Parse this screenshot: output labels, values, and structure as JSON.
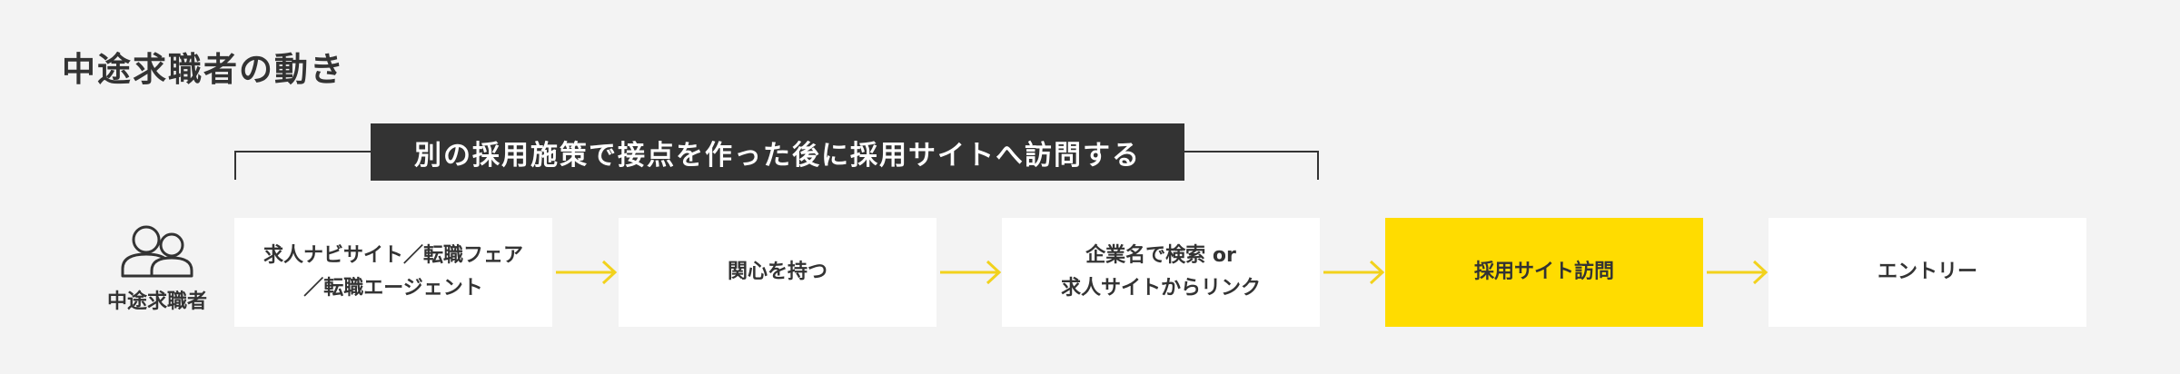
{
  "page": {
    "title": "中途求職者の動き"
  },
  "banner": {
    "text": "別の採用施策で接点を作った後に採用サイトへ訪問する"
  },
  "actor": {
    "label": "中途求職者",
    "icon": "people-icon"
  },
  "flow": {
    "steps": [
      {
        "label": "求人ナビサイト／転職フェア\n／転職エージェント",
        "highlight": false
      },
      {
        "label": "関心を持つ",
        "highlight": false
      },
      {
        "label": "企業名で検索 or\n求人サイトからリンク",
        "highlight": false
      },
      {
        "label": "採用サイト訪問",
        "highlight": true
      },
      {
        "label": "エントリー",
        "highlight": false
      }
    ],
    "arrow_icon": "arrow-right-icon"
  },
  "colors": {
    "background": "#f3f3f3",
    "text": "#333333",
    "banner_bg": "#333333",
    "banner_text": "#ffffff",
    "box": "#ffffff",
    "accent": "#ffdc00",
    "arrow": "#f2d21c"
  }
}
